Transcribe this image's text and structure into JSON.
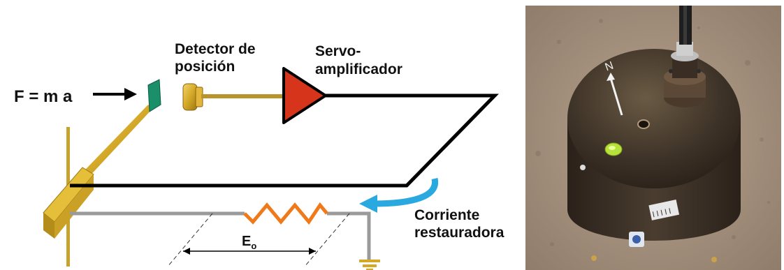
{
  "diagram": {
    "force_label": "F = m a",
    "detector_label_line1": "Detector de",
    "detector_label_line2": "posición",
    "servo_label_line1": "Servo-",
    "servo_label_line2": "amplificador",
    "current_label_line1": "Corriente",
    "current_label_line2": "restauradora",
    "voltage_label": "E",
    "voltage_subscript": "o"
  },
  "photo": {
    "compass_letter": "N"
  },
  "colors": {
    "mass_green": "#1a8f6a",
    "pendulum_gold": "#d4b03a",
    "amplifier_red": "#d6341b",
    "resistor_orange": "#f07a1a",
    "arrow_blue": "#2aa8e0",
    "wire_black": "#000000",
    "wire_gray": "#9a9a9a"
  }
}
